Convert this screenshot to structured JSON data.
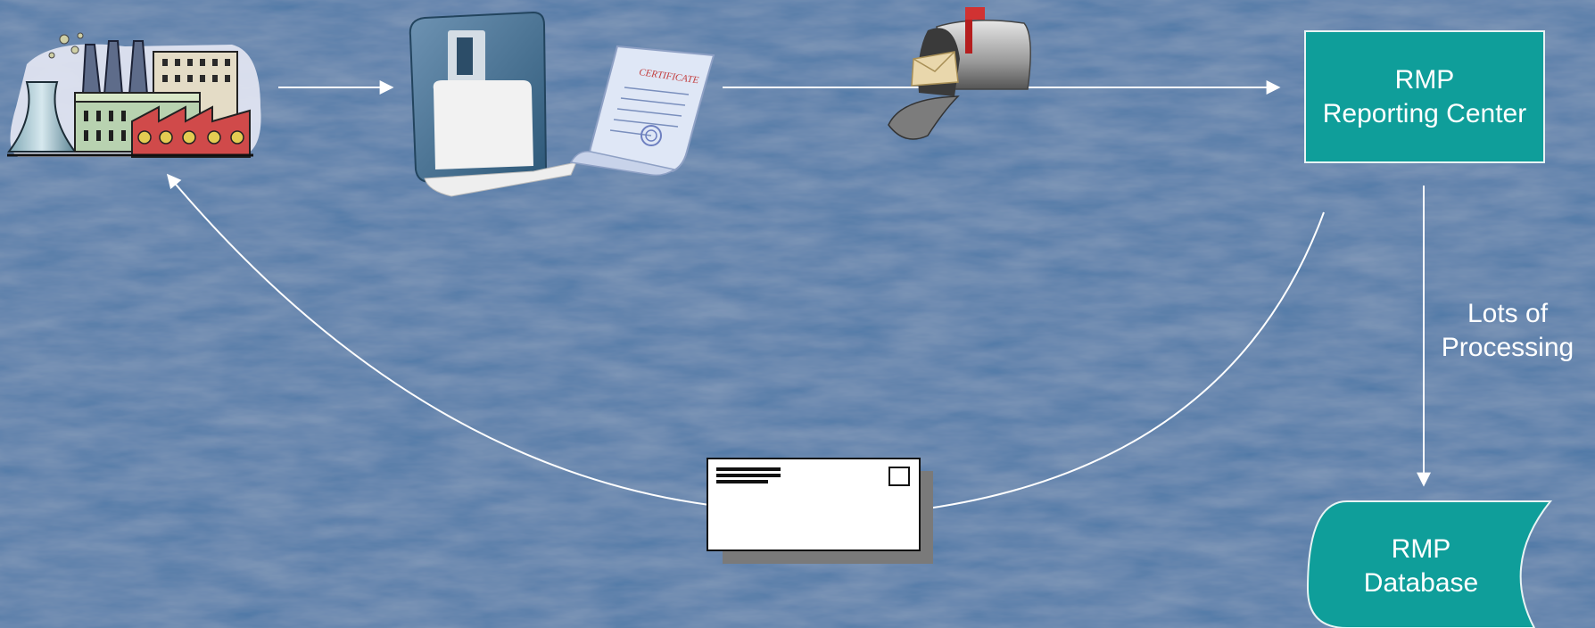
{
  "slide": {
    "background_color": "#4c77a6"
  },
  "nodes": {
    "factory": {
      "icon": "factory-icon"
    },
    "submission": {
      "icons": [
        "floppy-disk-icon",
        "certificate-icon"
      ],
      "certificate_text": "CERTIFICATE"
    },
    "mailbox": {
      "icon": "mailbox-icon"
    },
    "reporting_center": {
      "line1": "RMP",
      "line2": "Reporting Center",
      "fill": "#0f9e9a"
    },
    "database": {
      "line1": "RMP",
      "line2": "Database",
      "fill": "#0f9e9a"
    },
    "envelope": {
      "icon": "envelope-icon"
    }
  },
  "edges": {
    "processing_label": {
      "line1": "Lots of",
      "line2": "Processing"
    }
  }
}
